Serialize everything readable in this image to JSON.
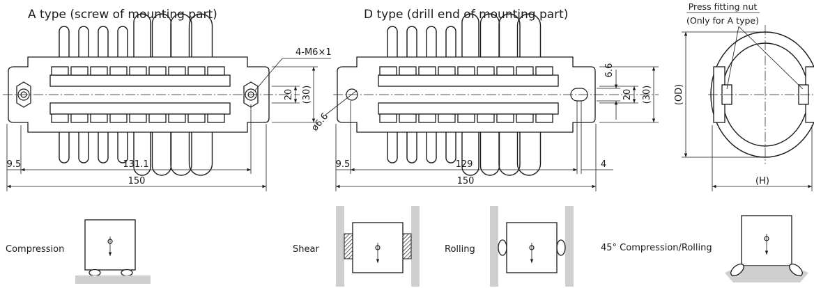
{
  "titles": {
    "a_type": "A type (screw of mounting part)",
    "d_type": "D type (drill end of mounting part)"
  },
  "note": {
    "line1": "Press fitting nut",
    "line2": "(Only for A type)"
  },
  "dims": {
    "a_thread": "4-M6×1",
    "a_20": "20",
    "a_30": "(30)",
    "a_phi": "ø6.6",
    "a_95": "9.5",
    "a_1311": "131.1",
    "a_150": "150",
    "d_66": "6.6",
    "d_20": "20",
    "d_30": "(30)",
    "d_95": "9.5",
    "d_129": "129",
    "d_4": "4",
    "d_150": "150",
    "od": "(OD)",
    "h": "(H)"
  },
  "loads": {
    "compression": "Compression",
    "shear": "Shear",
    "rolling": "Rolling",
    "compression_rolling": "45° Compression/Rolling"
  }
}
